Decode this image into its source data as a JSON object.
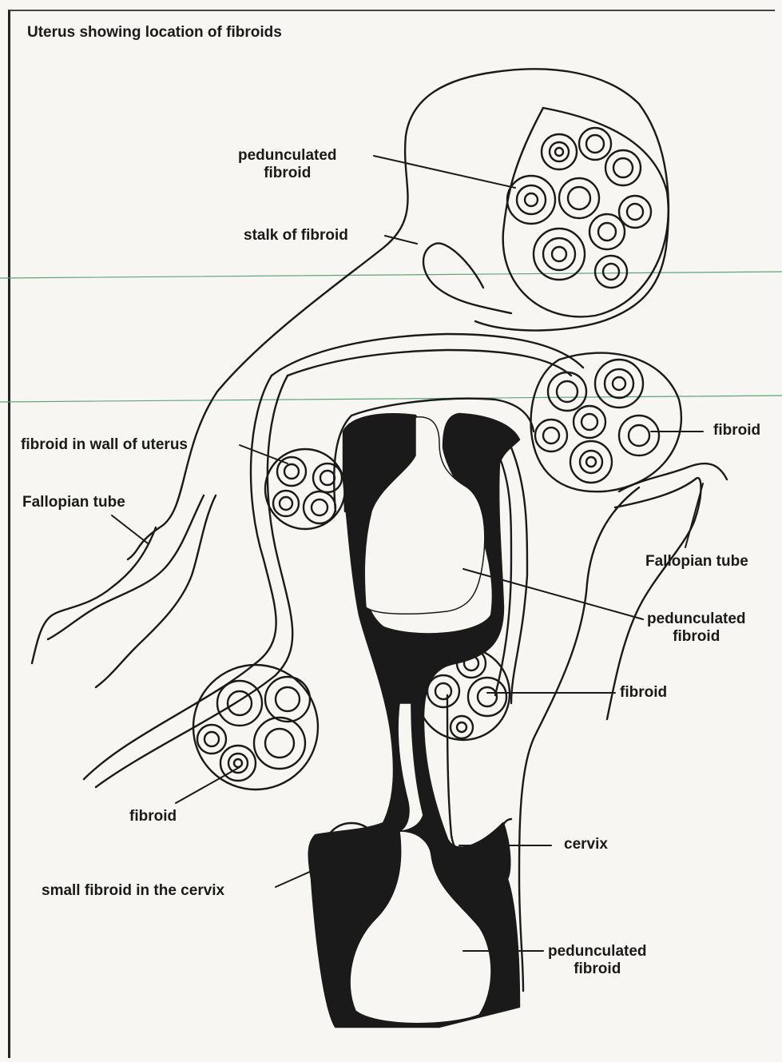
{
  "title": "Uterus showing location of fibroids",
  "labels": {
    "pedunculated_top": "pedunculated\nfibroid",
    "stalk": "stalk of fibroid",
    "fibroid_right_top": "fibroid",
    "fibroid_wall": "fibroid in wall of uterus",
    "fallopian_left": "Fallopian tube",
    "fallopian_right": "Fallopian tube",
    "pedunculated_middle": "pedunculated\nfibroid",
    "fibroid_right_mid": "fibroid",
    "fibroid_left_low": "fibroid",
    "cervix": "cervix",
    "small_fibroid_cervix": "small fibroid in the cervix",
    "pedunculated_bottom": "pedunculated\nfibroid"
  },
  "colors": {
    "ink": "#1a1a1a",
    "paper": "#f7f6f2",
    "guide_line": "#5fa37a"
  }
}
